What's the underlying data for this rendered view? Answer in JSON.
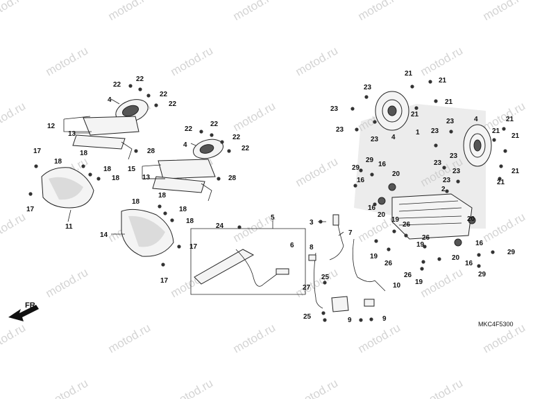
{
  "watermark": "motod.ru",
  "diagram_code": "MKC4F5300",
  "direction_label": "FR.",
  "callouts": {
    "c1": "1",
    "c2": "2",
    "c3": "3",
    "c4": "4",
    "c5": "5",
    "c6": "6",
    "c7": "7",
    "c8": "8",
    "c9": "9",
    "c10": "10",
    "c11": "11",
    "c12": "12",
    "c13": "13",
    "c14": "14",
    "c15": "15",
    "c16": "16",
    "c17": "17",
    "c18": "18",
    "c19": "19",
    "c20": "20",
    "c21": "21",
    "c22": "22",
    "c23": "23",
    "c24": "24",
    "c25": "25",
    "c26": "26",
    "c27": "27",
    "c28": "28",
    "c29": "29"
  },
  "colors": {
    "line": "#222222",
    "watermark": "#d4d4d4",
    "shading": "#c9c9c9"
  }
}
